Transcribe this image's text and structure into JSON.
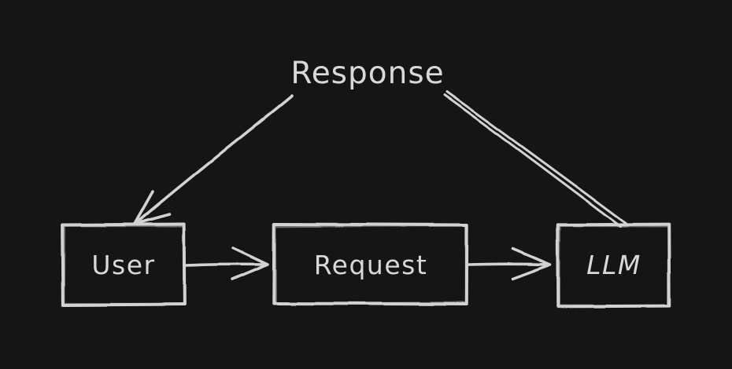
{
  "canvas": {
    "background_color": "#151515",
    "stroke_color": "#d2d2d2",
    "text_color": "#d9d9d9",
    "style": "hand-drawn-whiteboard"
  },
  "title": {
    "label": "Response"
  },
  "nodes": [
    {
      "id": "user",
      "label": "User",
      "shape": "rectangle"
    },
    {
      "id": "request",
      "label": "Request",
      "shape": "rectangle"
    },
    {
      "id": "llm",
      "label": "LLM",
      "shape": "rectangle"
    }
  ],
  "edges": [
    {
      "from": "user",
      "to": "request",
      "type": "arrow",
      "direction": "right"
    },
    {
      "from": "request",
      "to": "llm",
      "type": "arrow",
      "direction": "right"
    },
    {
      "from": "response",
      "to": "user",
      "type": "arrow",
      "direction": "down-left"
    },
    {
      "from": "llm",
      "to": "response",
      "type": "line",
      "direction": "up-left"
    }
  ]
}
